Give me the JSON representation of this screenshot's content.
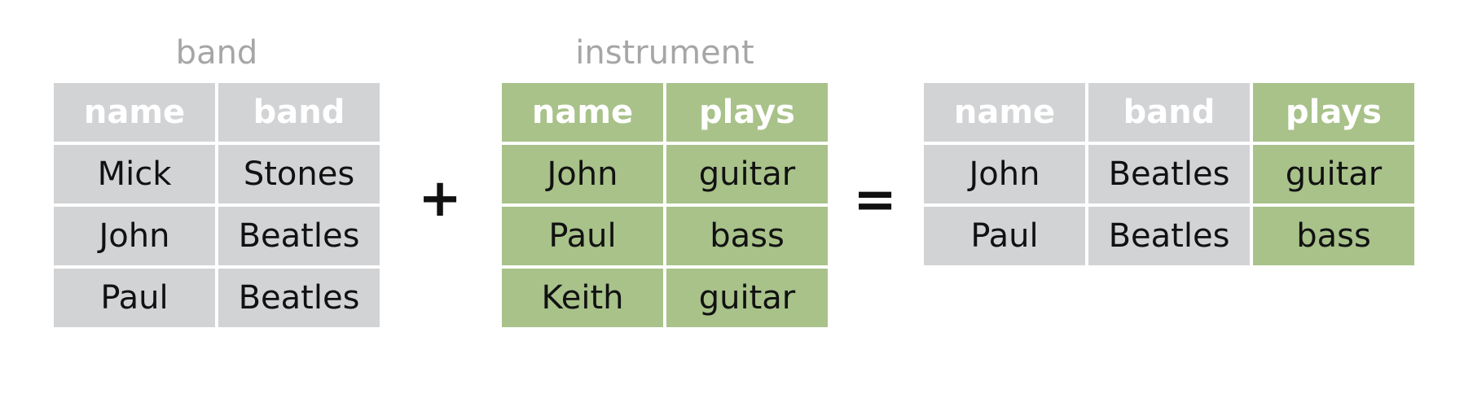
{
  "colors": {
    "grey_header": "#7a7e87",
    "grey_cell": "#d2d3d5",
    "green_header": "#4f7849",
    "green_cell": "#a8c28a",
    "title_text": "#a6a6a6"
  },
  "band_table": {
    "title": "band",
    "headers": [
      "name",
      "band"
    ],
    "rows": [
      [
        "Mick",
        "Stones"
      ],
      [
        "John",
        "Beatles"
      ],
      [
        "Paul",
        "Beatles"
      ]
    ]
  },
  "plus_symbol": "+",
  "instrument_table": {
    "title": "instrument",
    "headers": [
      "name",
      "plays"
    ],
    "rows": [
      [
        "John",
        "guitar"
      ],
      [
        "Paul",
        "bass"
      ],
      [
        "Keith",
        "guitar"
      ]
    ]
  },
  "equals_symbol": "=",
  "result_table": {
    "headers": [
      "name",
      "band",
      "plays"
    ],
    "rows": [
      [
        "John",
        "Beatles",
        "guitar"
      ],
      [
        "Paul",
        "Beatles",
        "bass"
      ]
    ]
  }
}
